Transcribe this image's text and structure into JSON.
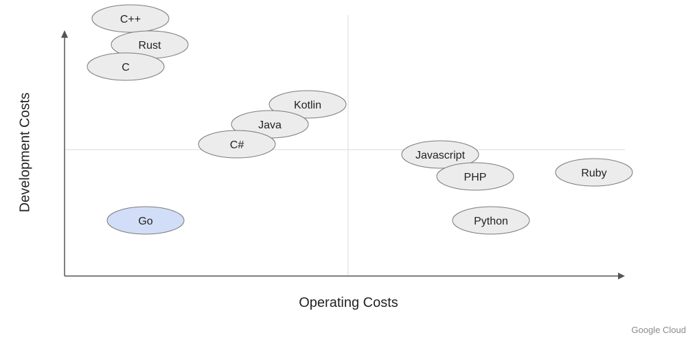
{
  "chart_data": {
    "type": "scatter",
    "xlabel": "Operating Costs",
    "ylabel": "Development Costs",
    "quadrant_lines": true,
    "points": [
      {
        "label": "C++",
        "highlight": false
      },
      {
        "label": "Rust",
        "highlight": false
      },
      {
        "label": "C",
        "highlight": false
      },
      {
        "label": "Kotlin",
        "highlight": false
      },
      {
        "label": "Java",
        "highlight": false
      },
      {
        "label": "C#",
        "highlight": false
      },
      {
        "label": "Javascript",
        "highlight": false
      },
      {
        "label": "PHP",
        "highlight": false
      },
      {
        "label": "Ruby",
        "highlight": false
      },
      {
        "label": "Python",
        "highlight": false
      },
      {
        "label": "Go",
        "highlight": true
      }
    ]
  },
  "colors": {
    "bubble_fill": "#ececec",
    "bubble_stroke": "#7a7a7a",
    "highlight_fill": "#d2def7",
    "axis": "#555555",
    "quadrant_line": "#d9d9d9",
    "text": "#222222"
  },
  "footer": {
    "brand": "Google Cloud"
  }
}
